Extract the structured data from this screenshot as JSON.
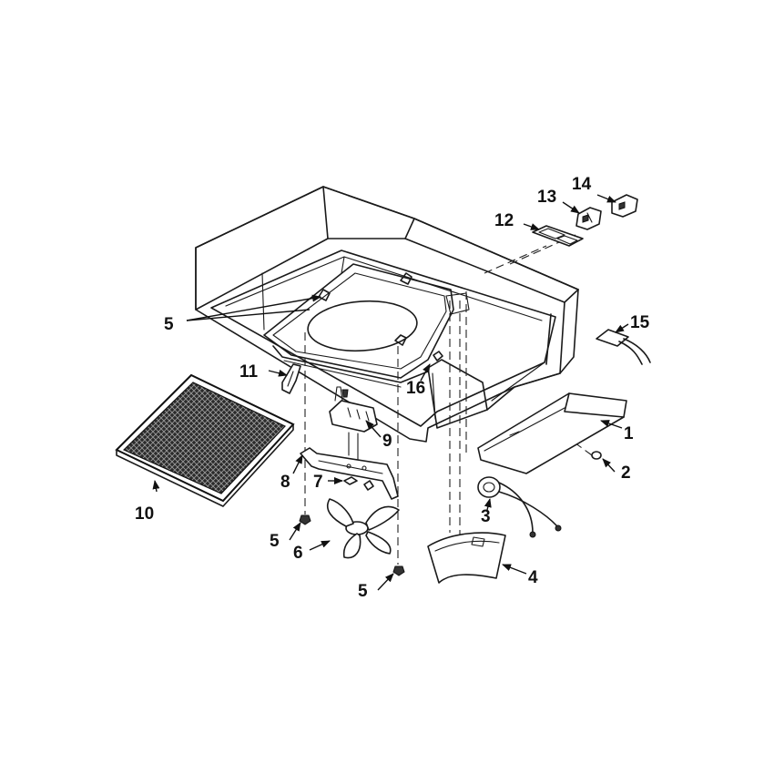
{
  "callouts": [
    {
      "id": "c1",
      "text": "1"
    },
    {
      "id": "c2",
      "text": "2"
    },
    {
      "id": "c3",
      "text": "3"
    },
    {
      "id": "c4",
      "text": "4"
    },
    {
      "id": "c5a",
      "text": "5"
    },
    {
      "id": "c5b",
      "text": "5"
    },
    {
      "id": "c5c",
      "text": "5"
    },
    {
      "id": "c6",
      "text": "6"
    },
    {
      "id": "c7",
      "text": "7"
    },
    {
      "id": "c8",
      "text": "8"
    },
    {
      "id": "c9",
      "text": "9"
    },
    {
      "id": "c10",
      "text": "10"
    },
    {
      "id": "c11",
      "text": "11"
    },
    {
      "id": "c12",
      "text": "12"
    },
    {
      "id": "c13",
      "text": "13"
    },
    {
      "id": "c14",
      "text": "14"
    },
    {
      "id": "c15",
      "text": "15"
    },
    {
      "id": "c16",
      "text": "16"
    }
  ]
}
